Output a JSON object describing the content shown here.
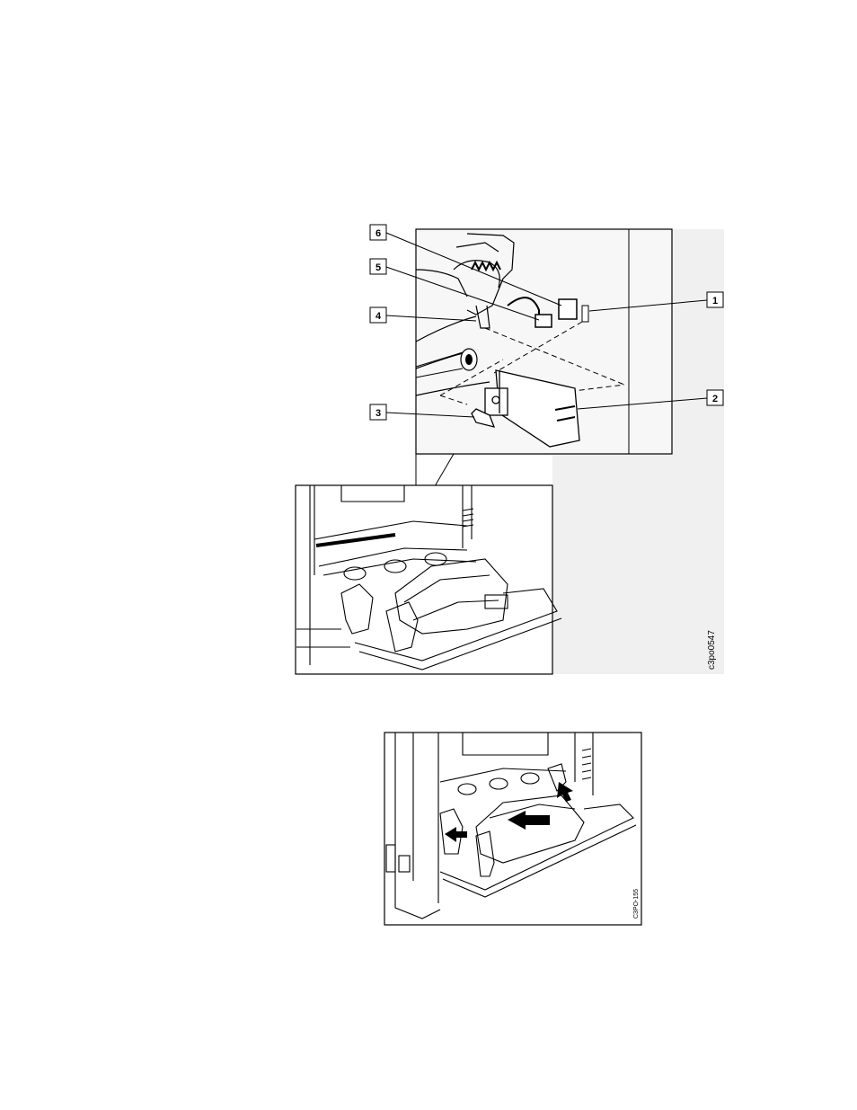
{
  "figure1": {
    "image_code": "c3po0547",
    "callouts": [
      {
        "label": "1"
      },
      {
        "label": "2"
      },
      {
        "label": "3"
      },
      {
        "label": "4"
      },
      {
        "label": "5"
      },
      {
        "label": "6"
      }
    ]
  },
  "figure2": {
    "image_code": "C3PO-155"
  }
}
